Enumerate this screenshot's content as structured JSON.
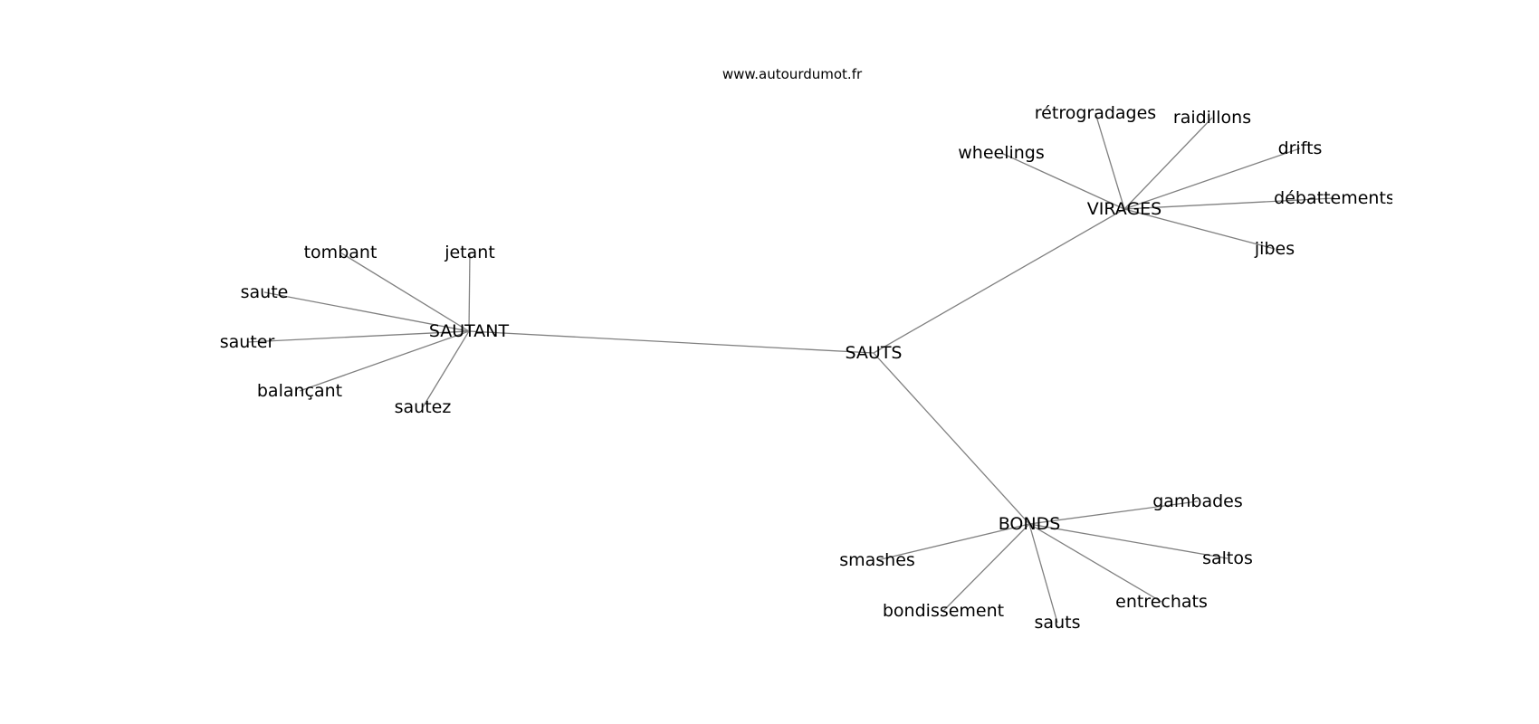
{
  "source": "www.autourdumot.fr",
  "nodes": [
    {
      "id": "sauts_hub",
      "label": "SAUTS"
    },
    {
      "id": "sautant",
      "label": "SAUTANT"
    },
    {
      "id": "virages",
      "label": "VIRAGES"
    },
    {
      "id": "bonds",
      "label": "BONDS"
    },
    {
      "id": "tombant",
      "label": "tombant"
    },
    {
      "id": "jetant",
      "label": "jetant"
    },
    {
      "id": "saute",
      "label": "saute"
    },
    {
      "id": "sauter",
      "label": "sauter"
    },
    {
      "id": "balancant",
      "label": "balançant"
    },
    {
      "id": "sautez",
      "label": "sautez"
    },
    {
      "id": "retrogradages",
      "label": "rétrogradages"
    },
    {
      "id": "raidillons",
      "label": "raidillons"
    },
    {
      "id": "wheelings",
      "label": "wheelings"
    },
    {
      "id": "drifts",
      "label": "drifts"
    },
    {
      "id": "debattements",
      "label": "débattements"
    },
    {
      "id": "jibes",
      "label": "jibes"
    },
    {
      "id": "gambades",
      "label": "gambades"
    },
    {
      "id": "smashes",
      "label": "smashes"
    },
    {
      "id": "saltos",
      "label": "saltos"
    },
    {
      "id": "entrechats",
      "label": "entrechats"
    },
    {
      "id": "bondissement",
      "label": "bondissement"
    },
    {
      "id": "sauts_leaf",
      "label": "sauts"
    }
  ],
  "edges": [
    [
      "sauts_hub",
      "sautant"
    ],
    [
      "sauts_hub",
      "virages"
    ],
    [
      "sauts_hub",
      "bonds"
    ],
    [
      "sautant",
      "tombant"
    ],
    [
      "sautant",
      "jetant"
    ],
    [
      "sautant",
      "saute"
    ],
    [
      "sautant",
      "sauter"
    ],
    [
      "sautant",
      "balancant"
    ],
    [
      "sautant",
      "sautez"
    ],
    [
      "virages",
      "retrogradages"
    ],
    [
      "virages",
      "raidillons"
    ],
    [
      "virages",
      "wheelings"
    ],
    [
      "virages",
      "drifts"
    ],
    [
      "virages",
      "debattements"
    ],
    [
      "virages",
      "jibes"
    ],
    [
      "bonds",
      "gambades"
    ],
    [
      "bonds",
      "smashes"
    ],
    [
      "bonds",
      "saltos"
    ],
    [
      "bonds",
      "entrechats"
    ],
    [
      "bonds",
      "bondissement"
    ],
    [
      "bonds",
      "sauts_leaf"
    ]
  ]
}
